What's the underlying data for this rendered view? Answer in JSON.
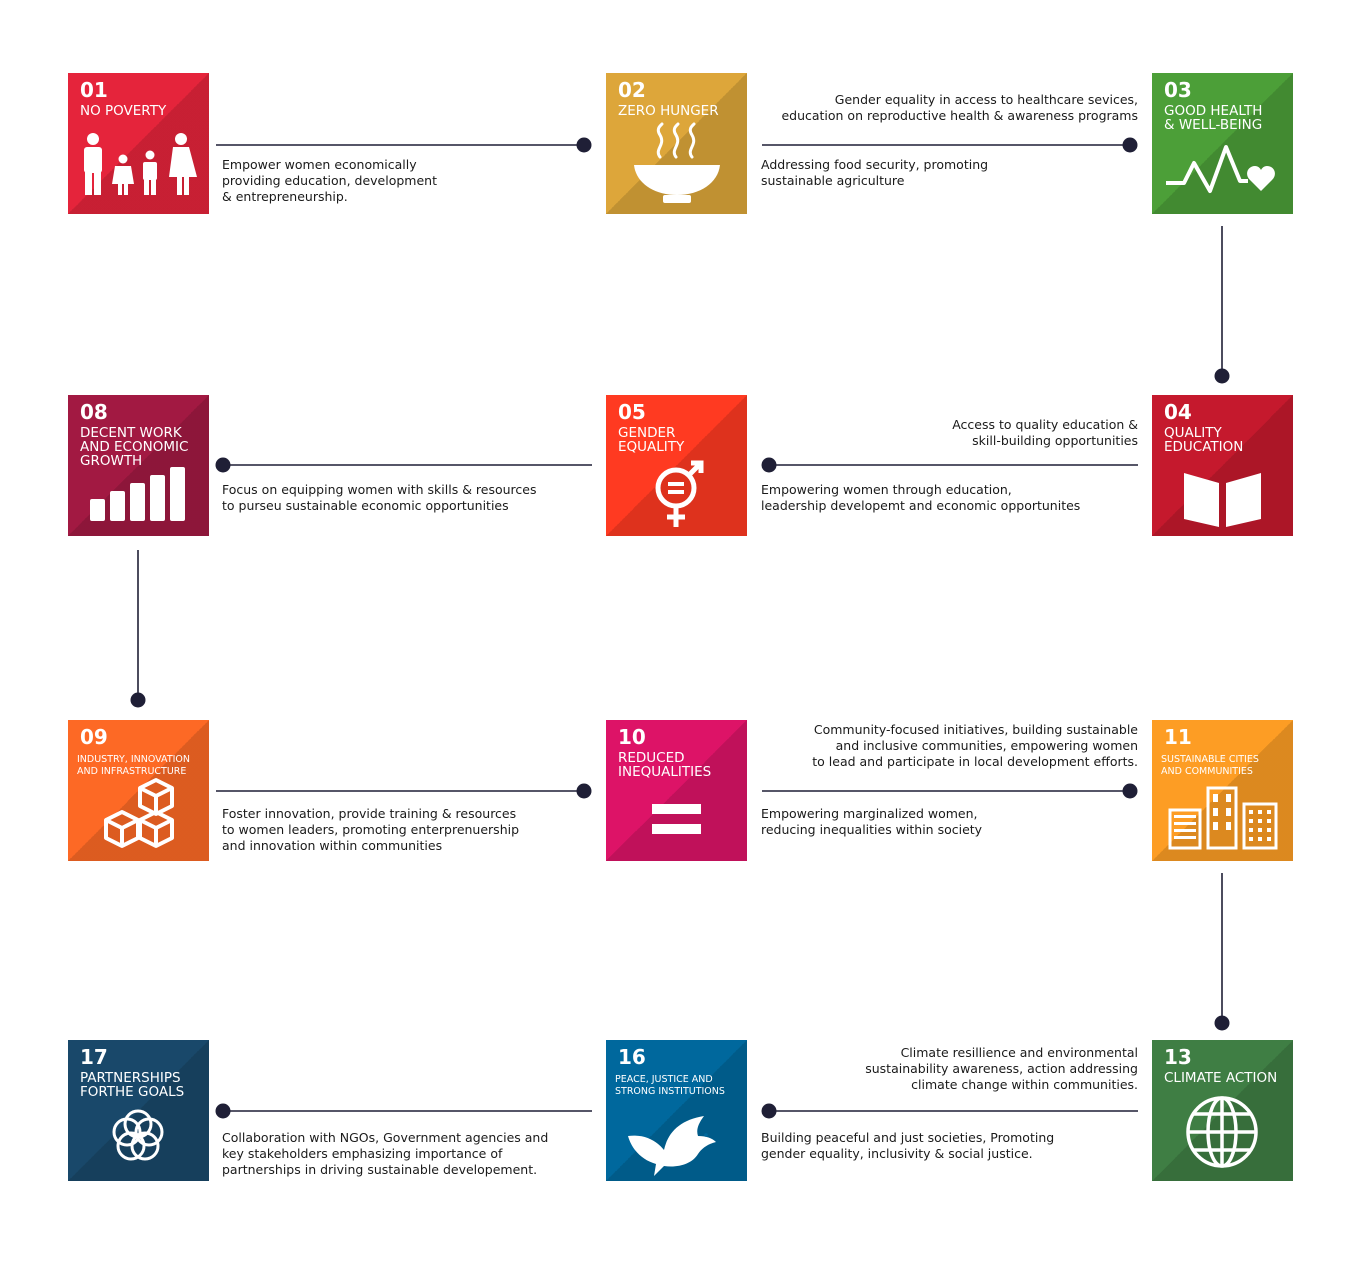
{
  "goals": [
    {
      "num": "01",
      "title": "NO POVERTY",
      "color": "#e5243b",
      "icon": "people-icon"
    },
    {
      "num": "02",
      "title": "ZERO HUNGER",
      "color": "#dda63a",
      "icon": "bowl-icon"
    },
    {
      "num": "03",
      "title": "GOOD HEALTH\n& WELL-BEING",
      "color": "#4c9f38",
      "icon": "heartbeat-icon"
    },
    {
      "num": "04",
      "title": "QUALITY\nEDUCATION",
      "color": "#c5192d",
      "icon": "book-icon"
    },
    {
      "num": "05",
      "title": "GENDER\nEQUALITY",
      "color": "#ff3a21",
      "icon": "gender-equality-icon"
    },
    {
      "num": "08",
      "title": "DECENT WORK\nAND ECONOMIC\nGROWTH",
      "color": "#a21942",
      "icon": "bar-growth-icon"
    },
    {
      "num": "09",
      "title": "INDUSTRY, INNOVATION\nAND INFRASTRUCTURE",
      "color": "#fd6925",
      "icon": "cubes-icon"
    },
    {
      "num": "10",
      "title": "REDUCED\nINEQUALITIES",
      "color": "#dd1367",
      "icon": "equal-icon"
    },
    {
      "num": "11",
      "title": "SUSTAINABLE CITIES\nAND COMMUNITIES",
      "color": "#fd9d24",
      "icon": "city-icon"
    },
    {
      "num": "13",
      "title": "CLIMATE ACTION",
      "color": "#3f7e44",
      "icon": "globe-icon"
    },
    {
      "num": "16",
      "title": "PEACE, JUSTICE AND\nSTRONG INSTITUTIONS",
      "color": "#00689d",
      "icon": "dove-icon"
    },
    {
      "num": "17",
      "title": "PARTNERSHIPS\nFORTHE GOALS",
      "color": "#19486a",
      "icon": "rings-icon"
    }
  ],
  "descriptions": {
    "d01": "Empower women economically\nproviding education, development\n& entrepreneurship.",
    "d02": "Addressing food security, promoting\nsustainable agriculture",
    "d03": "Gender equality in access to healthcare sevices,\neducation on reproductive health & awareness programs",
    "d04": "Access to quality education &\nskill-building opportunities",
    "d05": "Empowering women through education,\nleadership developemt and economic opportunites",
    "d08": "Focus on equipping women with skills & resources\nto purseu sustainable economic opportunities",
    "d09": "Foster innovation, provide training & resources\nto women leaders, promoting enterprenuership\nand innovation within communities",
    "d10": "Empowering marginalized women,\nreducing inequalities within society",
    "d11": "Community-focused initiatives, building sustainable\nand inclusive communities, empowering women\nto lead and participate in local development efforts.",
    "d13": "Climate resillience and environmental\nsustainability awareness, action addressing\nclimate change within communities.",
    "d16": "Building peaceful and just societies, Promoting\ngender equality, inclusivity & social justice.",
    "d17": "Collaboration with NGOs, Government agencies and\nkey stakeholders emphasizing importance of\npartnerships in driving sustainable developement."
  }
}
